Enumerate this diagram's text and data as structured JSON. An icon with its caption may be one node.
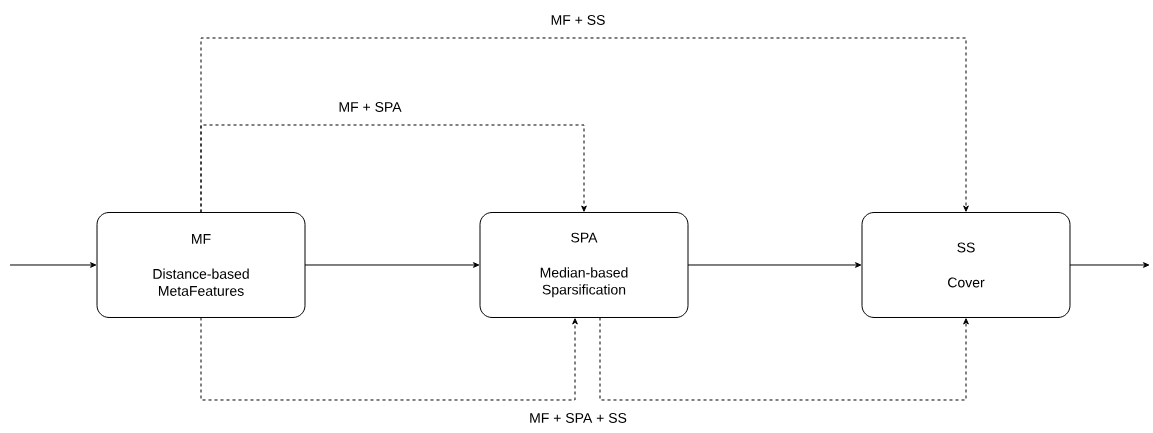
{
  "diagram": {
    "nodes": [
      {
        "text": [
          "MF",
          "Distance-based MetaFeatures"
        ]
      },
      {
        "text": [
          "SPA",
          "Median-based Sparsification"
        ]
      },
      {
        "text": [
          "SS",
          "Cover"
        ]
      }
    ],
    "edges": [
      {
        "from": null,
        "to": 0,
        "arrow": "to"
      },
      {
        "from": 0,
        "to": 1,
        "arrow": "to"
      },
      {
        "from": 1,
        "to": 2,
        "arrow": "to"
      },
      {
        "from": 2,
        "to": null,
        "arrow": "to"
      },
      {
        "from": 0,
        "to": 1,
        "arrow": "to",
        "style": "dashed",
        "label": "MF + SPA"
      },
      {
        "from": 0,
        "to": 2,
        "arrow": "to",
        "style": "dashed",
        "label": "MF + SS"
      },
      {
        "from": 0,
        "to": 1,
        "arrow": "to",
        "style": "dashed"
      },
      {
        "from": 1,
        "to": 2,
        "arrow": "to",
        "style": "dashed"
      }
    ],
    "labels": [
      "MF + SPA + SS"
    ]
  }
}
